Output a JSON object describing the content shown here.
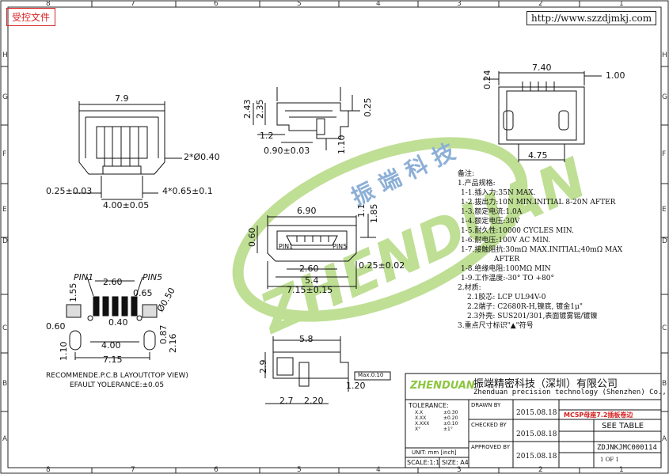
{
  "stamp": "受控文件",
  "website": "http://www.szzdjmkj.com",
  "watermark": {
    "brand": "ZHENDUAN",
    "chinese": "振 端 科 技"
  },
  "zones": {
    "top": [
      "8",
      "7",
      "6",
      "5",
      "4",
      "3",
      "2",
      "1"
    ],
    "bottom": [
      "8",
      "7",
      "6",
      "5",
      "4",
      "3",
      "2",
      "1"
    ],
    "left": [
      "H",
      "G",
      "F",
      "E",
      "D",
      "C",
      "B",
      "A"
    ],
    "right": [
      "H",
      "G",
      "F",
      "E",
      "D",
      "C",
      "B",
      "A"
    ]
  },
  "views": {
    "front": {
      "width": "7.9",
      "pin_hole": "2*Ø0.40",
      "left_offset": "0.25±0.03",
      "pitch_total": "4.00±0.05",
      "pin_width": "4*0.65±0.1"
    },
    "side": {
      "h1": "2.43",
      "h2": "2.35",
      "top": "0.25",
      "left": "1.2",
      "base": "0.90±0.03",
      "right": "1.10"
    },
    "back": {
      "top_w": "7.40",
      "tab_h": "0.24",
      "tab_w": "1.00",
      "bottom_w": "4.75"
    },
    "center": {
      "width": "6.90",
      "h_left": "0.60",
      "h1": "1.1",
      "h2": "1.85",
      "inner": "2.60",
      "inner2": "5.4",
      "total": "7.15±0.15",
      "right_off": "0.25±0.02",
      "pin_label_left": "PIN1",
      "pin_label_right": "PIN5"
    },
    "pcb": {
      "pin1": "PIN1",
      "pin5": "PIN5",
      "d_260": "2.60",
      "d_155": "1.55",
      "d_065": "0.65",
      "d_050": "Ø0.50",
      "d_060": "0.60",
      "d_040": "0.40",
      "d_110": "1.10",
      "d_400": "4.00",
      "d_715": "7.15",
      "d_216": "2.16",
      "d_087": "0.87",
      "caption1": "RECOMMENDE.P.C.B LAYOUT(TOP VIEW)",
      "caption2": "EFAULT YOLERANCE:±0.05"
    },
    "bottom": {
      "width": "5.8",
      "height": "2.9",
      "d_27": "2.7",
      "d_220": "2.20",
      "d_120": "1.20",
      "max": "Max.0.10"
    }
  },
  "notes": [
    "备注:",
    "1.产品规格:",
    "1-1.插入力:35N MAX.",
    "1-2.拔出力:10N MIN.INITIAL 8-20N AFTER",
    "1-3.额定电流:1.0A",
    "1-4.额定电压:30V",
    "1-5.耐久性:10000 CYCLES MIN.",
    "1-6.耐电压:100V AC MIN.",
    "1-7.接触阻抗:30mΩ MAX.INITIAL;40mΩ MAX",
    "AFTER",
    "1-8.绝缘电阻:100MΩ MIN",
    "1-9.工作温度:-30° TO +80°",
    "2.材质:",
    "2.1胶芯: LCP UL94V-0",
    "2.2端子: C2680R-H,镍底, 镀金1μ\"",
    "2.3外壳: SUS201/301,表面镀雾锡/镀镍",
    "3.重点尺寸标识\"▲\"符号"
  ],
  "title_block": {
    "logo": "ZHENDUAN",
    "company_cn": "振端精密科技（深圳）有限公司",
    "company_en": "Zhenduan precision technology (Shenzhen) Co., Ltd",
    "tolerance_label": "TOLERANCE:",
    "tolerances": [
      [
        "X.X",
        "±0.30"
      ],
      [
        "X.XX",
        "±0.20"
      ],
      [
        "X.XXX",
        "±0.10"
      ],
      [
        "X°",
        "±1°"
      ]
    ],
    "unit": "UNIT: mm [inch]",
    "scale": "SCALE:1:1",
    "size": "SIZE: A4",
    "drawn_by": "DRAWN BY",
    "checked_by": "CHECKED BY",
    "approved_by": "APPROVED BY",
    "date1": "2015.08.18",
    "date2": "2015.08.18",
    "date3": "2015.08.18",
    "title": "MC5P母座7.2插板卷边",
    "see_table": "SEE TABLE",
    "part_no": "ZDJNKJMC000114",
    "sheet": "1 OF 1"
  },
  "colors": {
    "stamp": "#dd2222",
    "watermark_green": "#8cc63f",
    "watermark_blue": "#2f6fb5",
    "line": "#111111",
    "title_red": "#d42020"
  }
}
